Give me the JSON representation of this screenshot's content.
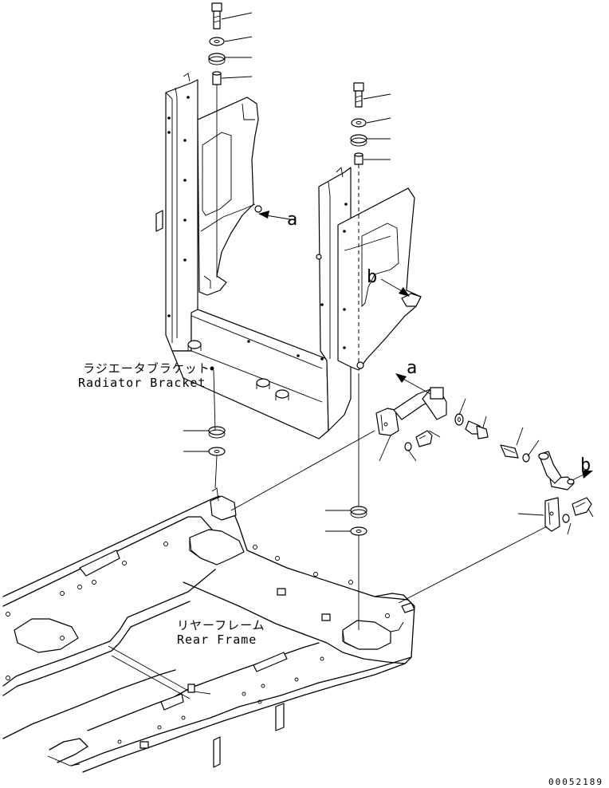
{
  "labels": {
    "radiator_bracket_jp": "ラジエータブラケット",
    "radiator_bracket_en": "Radiator Bracket",
    "rear_frame_jp": "リヤーフレーム",
    "rear_frame_en": "Rear Frame",
    "callout_a1": "a",
    "callout_a2": "a",
    "callout_b1": "b",
    "callout_b2": "b",
    "drawing_number": "00052189"
  }
}
